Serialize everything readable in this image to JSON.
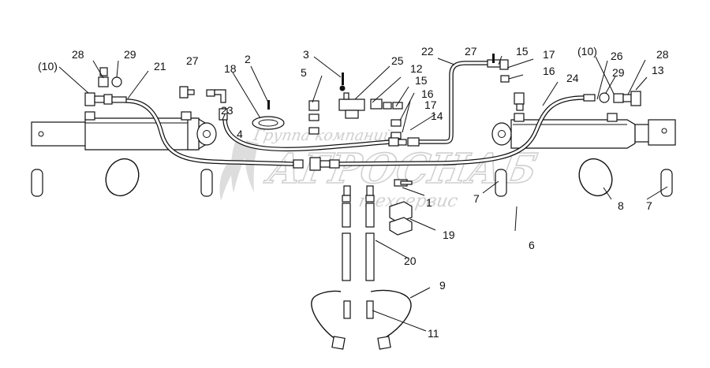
{
  "watermark": {
    "line1": "Группа компаний",
    "line2": "АГРОСНАБ",
    "line3": "техсервис",
    "color": "#c9c9c9"
  },
  "callouts": {
    "c1": "1",
    "c2": "2",
    "c3": "3",
    "c4": "4",
    "c5": "5",
    "c6": "6",
    "c7a": "7",
    "c7b": "7",
    "c8": "8",
    "c9": "9",
    "c10a": "(10)",
    "c10b": "(10)",
    "c11": "11",
    "c12": "12",
    "c13": "13",
    "c14": "14",
    "c15a": "15",
    "c15b": "15",
    "c16a": "16",
    "c16b": "16",
    "c17a": "17",
    "c17b": "17",
    "c18": "18",
    "c19": "19",
    "c20": "20",
    "c21": "21",
    "c22": "22",
    "c23": "23",
    "c24": "24",
    "c25": "25",
    "c26": "26",
    "c27a": "27",
    "c27b": "27",
    "c28a": "28",
    "c28b": "28",
    "c29a": "29",
    "c29b": "29"
  },
  "colors": {
    "ink": "#111111",
    "background": "#ffffff"
  }
}
